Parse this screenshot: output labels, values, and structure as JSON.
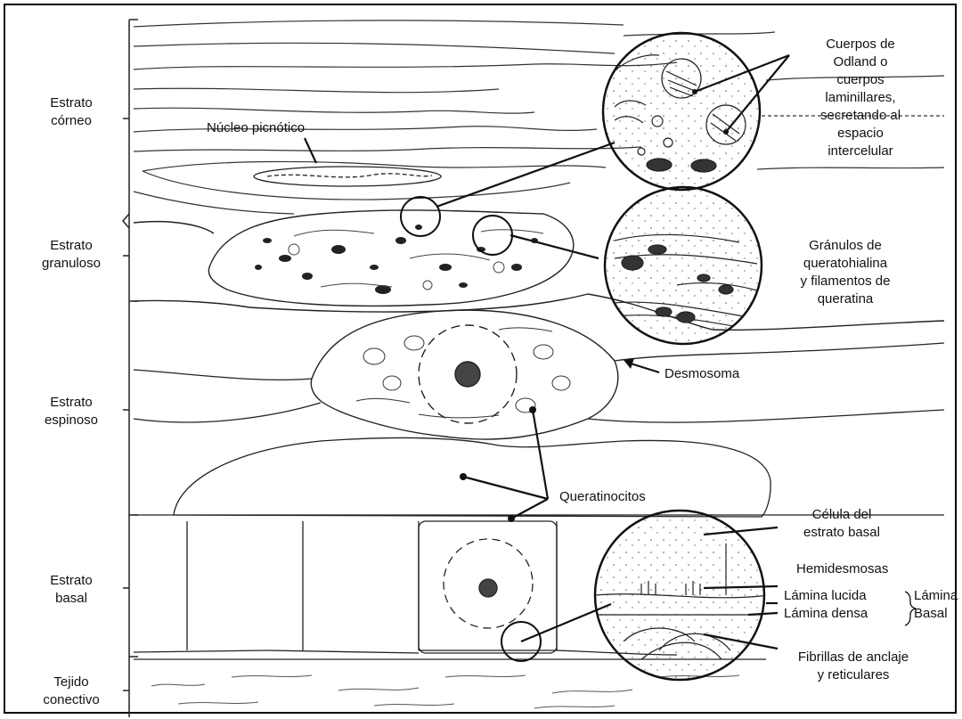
{
  "layers": {
    "corneo": [
      "Estrato",
      "córneo"
    ],
    "granuloso": [
      "Estrato",
      "granuloso"
    ],
    "espinoso": [
      "Estrato",
      "espinoso"
    ],
    "basal": [
      "Estrato",
      "basal"
    ],
    "conectivo": [
      "Tejido",
      "conectivo"
    ]
  },
  "annotations": {
    "nucleo": "Núcleo picnótico",
    "odland": [
      "Cuerpos de",
      "Odland o",
      "cuerpos",
      "laminillares,",
      "secretando al",
      "espacio",
      "intercelular"
    ],
    "granulos": [
      "Gránulos de",
      "queratohialina",
      "y filamentos de",
      "queratina"
    ],
    "desmosoma": "Desmosoma",
    "queratinocitos": "Queratinocitos",
    "celula_basal": [
      "Célula del",
      "estrato basal"
    ],
    "hemidesmosomas": "Hemidesmosas",
    "lamina_lucida": "Lámina lucida",
    "lamina_densa": "Lámina densa",
    "lamina_basal": [
      "Lámina",
      "Basal"
    ],
    "fibrillas": [
      "Fibrillas de anclaje",
      "y reticulares"
    ]
  }
}
